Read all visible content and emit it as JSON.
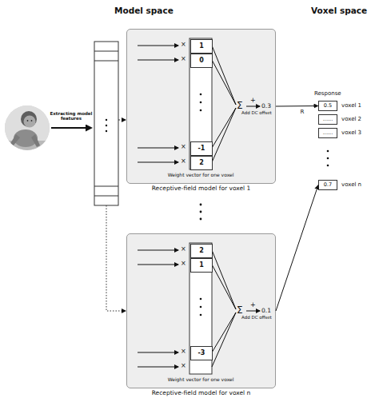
{
  "diagram": {
    "nodes": [
      {
        "text": [
          "Receptive-field model for voxel 1"
        ]
      },
      {
        "text": [
          "1"
        ],
        "in": 0
      },
      {
        "text": [
          "0"
        ],
        "in": 0
      },
      {
        "text": [
          "-1"
        ],
        "in": 0
      },
      {
        "text": [
          "2"
        ],
        "in": 0
      },
      {
        "text": [
          "0.5",
          "voxel 1"
        ]
      },
      {
        "text": [
          "......",
          "voxel 2"
        ]
      },
      {
        "text": [
          "......",
          "voxel 3"
        ]
      },
      {
        "text": [
          "0.7",
          "voxel n"
        ]
      },
      {
        "text": [
          "Receptive-field model for voxel n"
        ]
      },
      {
        "text": [
          "2"
        ],
        "in": 9
      },
      {
        "text": [
          "1"
        ],
        "in": 9
      },
      {
        "text": [
          "-3"
        ],
        "in": 9
      }
    ],
    "edges": [
      {
        "from": 0,
        "to": 5,
        "arrow": "to",
        "label": "R"
      },
      {
        "from": 9,
        "to": 8,
        "arrow": "to"
      }
    ],
    "labels": [
      "Model space",
      "Voxel space",
      "Extracting model features",
      "×",
      "×",
      "×",
      "×",
      "Σ",
      "+",
      "0.3",
      "Add DC offset",
      "Weight vector for one voxel",
      "Response",
      "×",
      "×",
      "×",
      "×",
      "Σ",
      "+",
      "0.1",
      "Add DC offset",
      "Weight vector for one voxel"
    ]
  }
}
